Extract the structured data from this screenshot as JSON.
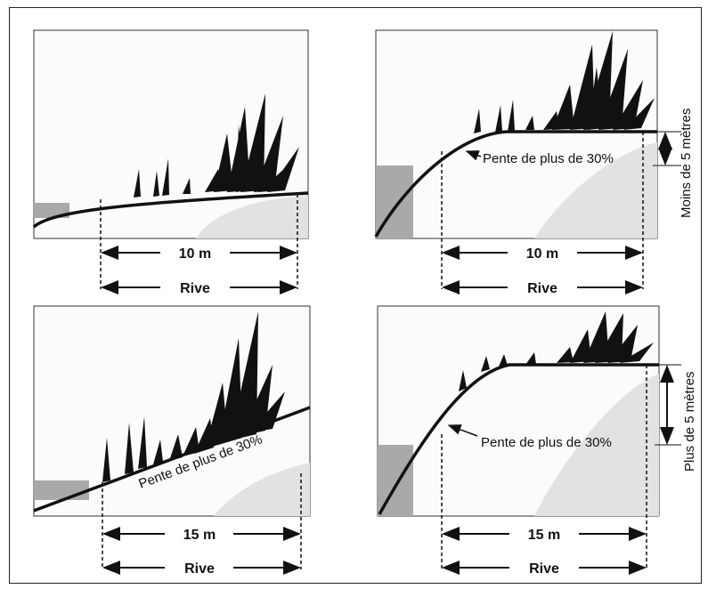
{
  "panels": [
    {
      "id": "top-left",
      "width_label": "10 m",
      "shore_label": "Rive",
      "slope_label": "",
      "height_label": ""
    },
    {
      "id": "top-right",
      "width_label": "10 m",
      "shore_label": "Rive",
      "slope_label": "Pente de plus de 30%",
      "height_label": "Moins de 5 mètres"
    },
    {
      "id": "bottom-left",
      "width_label": "15 m",
      "shore_label": "Rive",
      "slope_label": "Pente de plus de 30%",
      "height_label": ""
    },
    {
      "id": "bottom-right",
      "width_label": "15 m",
      "shore_label": "Rive",
      "slope_label": "Pente de plus de 30%",
      "height_label": "Plus de 5 mètres"
    }
  ],
  "colors": {
    "ink": "#111111",
    "water": "#a9a9a9",
    "soil": "#f4f4f4",
    "shade": "#e2e2e2"
  },
  "icons": [
    "grass-tuft-icon",
    "double-arrow-icon"
  ]
}
